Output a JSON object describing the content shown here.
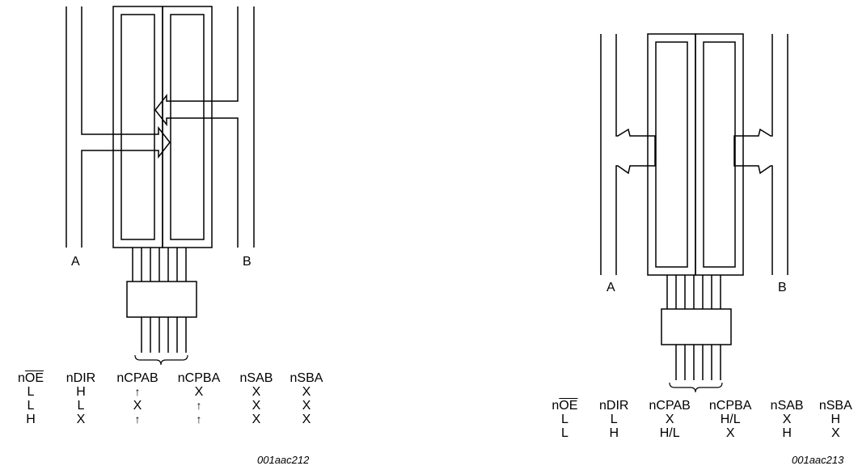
{
  "left": {
    "label_a": "A",
    "label_b": "B",
    "figure_id": "001aac212",
    "table": {
      "headers": [
        {
          "prefix": "n",
          "overlined": "OE"
        },
        {
          "prefix": "nDIR",
          "overlined": ""
        },
        {
          "prefix": "nCPAB",
          "overlined": ""
        },
        {
          "prefix": "nCPBA",
          "overlined": ""
        },
        {
          "prefix": "nSAB",
          "overlined": ""
        },
        {
          "prefix": "nSBA",
          "overlined": ""
        }
      ],
      "rows": [
        [
          "L",
          "H",
          "↑",
          "X",
          "X",
          "X"
        ],
        [
          "L",
          "L",
          "X",
          "↑",
          "X",
          "X"
        ],
        [
          "H",
          "X",
          "↑",
          "↑",
          "X",
          "X"
        ]
      ]
    }
  },
  "right": {
    "label_a": "A",
    "label_b": "B",
    "figure_id": "001aac213",
    "table": {
      "headers": [
        {
          "prefix": "n",
          "overlined": "OE"
        },
        {
          "prefix": "nDIR",
          "overlined": ""
        },
        {
          "prefix": "nCPAB",
          "overlined": ""
        },
        {
          "prefix": "nCPBA",
          "overlined": ""
        },
        {
          "prefix": "nSAB",
          "overlined": ""
        },
        {
          "prefix": "nSBA",
          "overlined": ""
        }
      ],
      "rows": [
        [
          "L",
          "L",
          "X",
          "H/L",
          "X",
          "H"
        ],
        [
          "L",
          "H",
          "H/L",
          "X",
          "H",
          "X"
        ]
      ]
    }
  }
}
